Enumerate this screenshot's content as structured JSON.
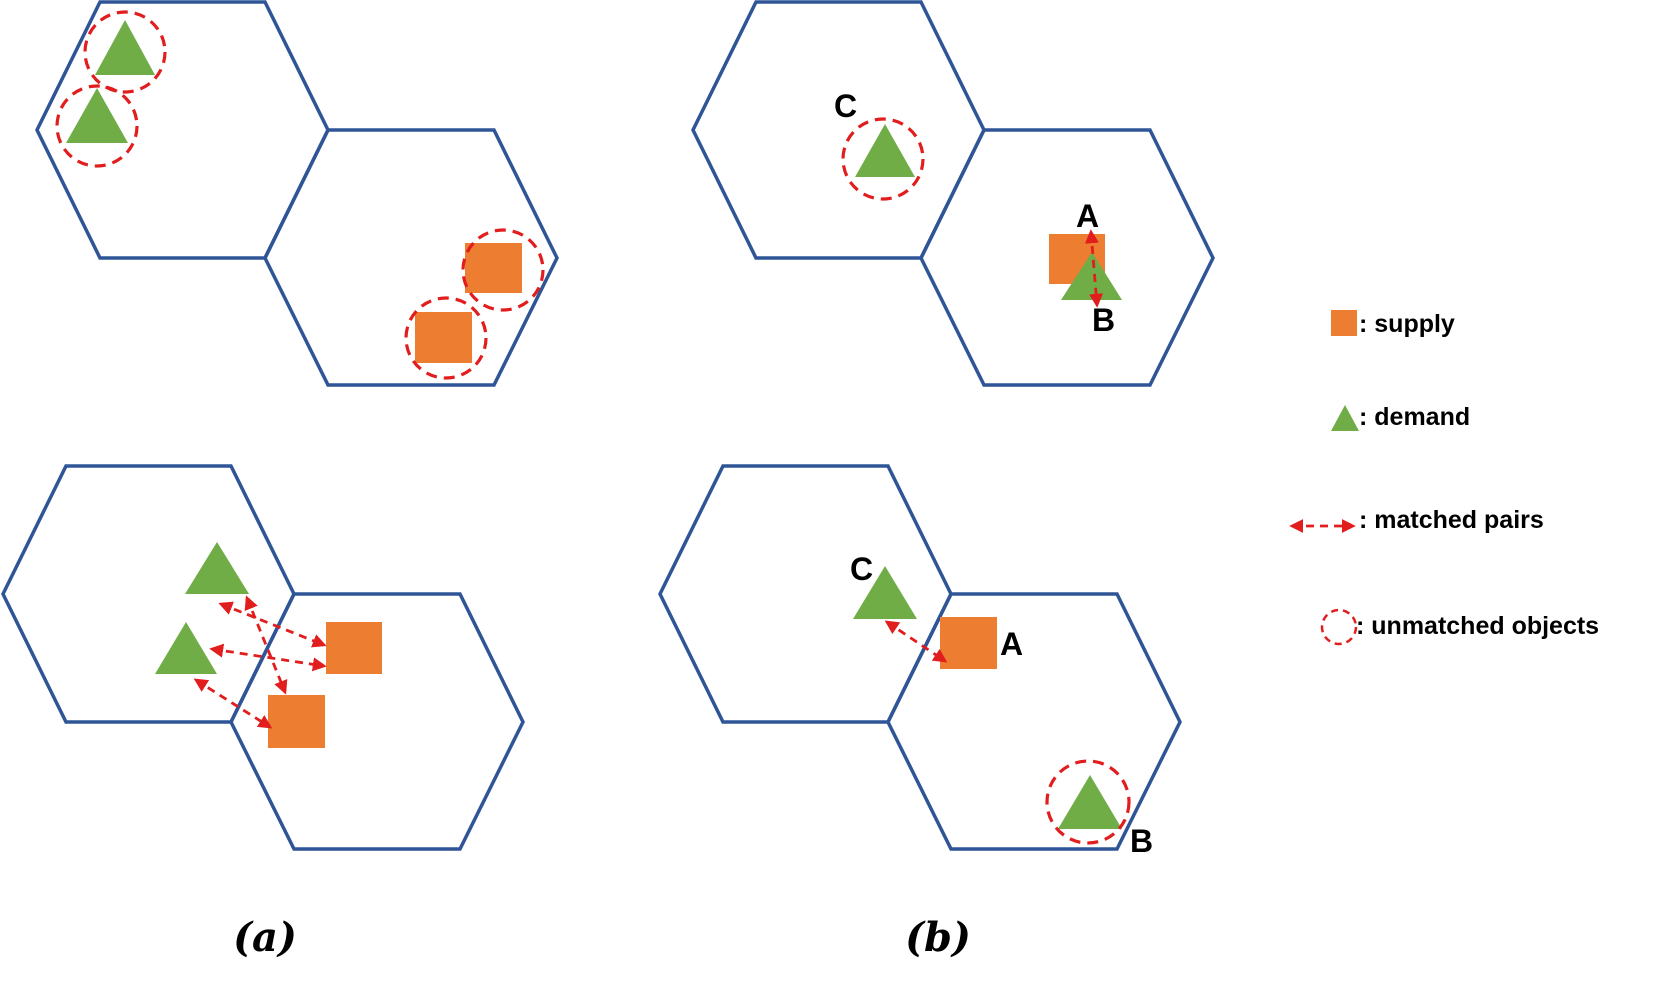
{
  "captions": {
    "a": "(a)",
    "b": "(b)"
  },
  "point_labels": {
    "top_b": {
      "A": "A",
      "B": "B",
      "C": "C"
    },
    "bottom_b": {
      "A": "A",
      "B": "B",
      "C": "C"
    }
  },
  "legend": {
    "supply": ": supply",
    "demand": ": demand",
    "matched": ": matched pairs",
    "unmatched": ": unmatched objects"
  },
  "colors": {
    "hex_border": "#2F5597",
    "supply": "#ED7D31",
    "demand": "#70AD47",
    "match_line": "#E11D1D"
  }
}
